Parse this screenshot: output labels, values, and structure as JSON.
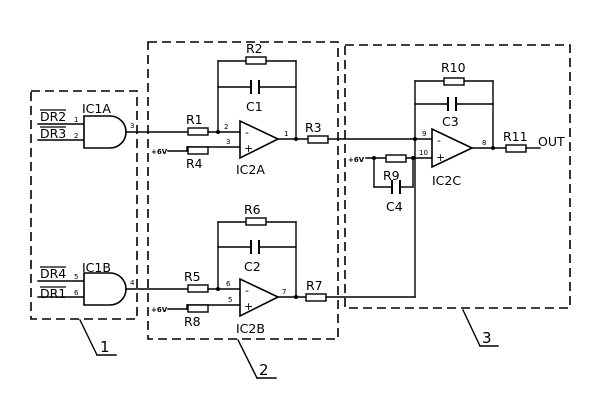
{
  "inputs": {
    "dr2": "DR2",
    "dr3": "DR3",
    "dr4": "DR4",
    "dr1": "DR1"
  },
  "gates": {
    "ic1a": "IC1A",
    "ic1b": "IC1B"
  },
  "opamps": {
    "ic2a": "IC2A",
    "ic2b": "IC2B",
    "ic2c": "IC2C",
    "minus": "-",
    "plus": "+"
  },
  "resistors": {
    "r1": "R1",
    "r2": "R2",
    "r3": "R3",
    "r4": "R4",
    "r5": "R5",
    "r6": "R6",
    "r7": "R7",
    "r8": "R8",
    "r9": "R9",
    "r10": "R10",
    "r11": "R11"
  },
  "capacitors": {
    "c1": "C1",
    "c2": "C2",
    "c3": "C3",
    "c4": "C4"
  },
  "supply": {
    "plus6v": "+6V"
  },
  "output": {
    "out": "OUT"
  },
  "pins": {
    "ic1a_1": "1",
    "ic1a_2": "2",
    "ic1a_3": "3",
    "ic1b_5": "5",
    "ic1b_6": "6",
    "ic1b_4": "4",
    "ic2a_2": "2",
    "ic2a_3": "3",
    "ic2a_1": "1",
    "ic2b_6": "6",
    "ic2b_5": "5",
    "ic2b_7": "7",
    "ic2c_9": "9",
    "ic2c_10": "10",
    "ic2c_8": "8"
  },
  "blocks": {
    "block1": "1",
    "block2": "2",
    "block3": "3"
  }
}
